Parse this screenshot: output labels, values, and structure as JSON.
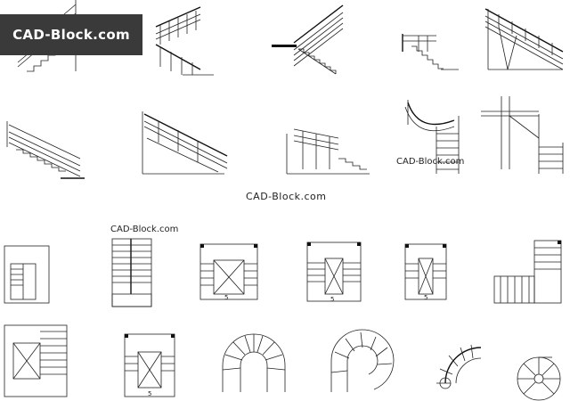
{
  "brand": {
    "logo_text": "CAD-Block.com",
    "watermark_center": "CAD-Block.com",
    "watermark_mid": "CAD-Block.com",
    "watermark_small": "CAD-Block.com"
  },
  "colors": {
    "badge_bg": "#3a3a3a",
    "badge_text": "#ffffff",
    "line": "#222222",
    "background": "#ffffff"
  },
  "plan_marks": [
    "5",
    "5",
    "5",
    "5"
  ]
}
